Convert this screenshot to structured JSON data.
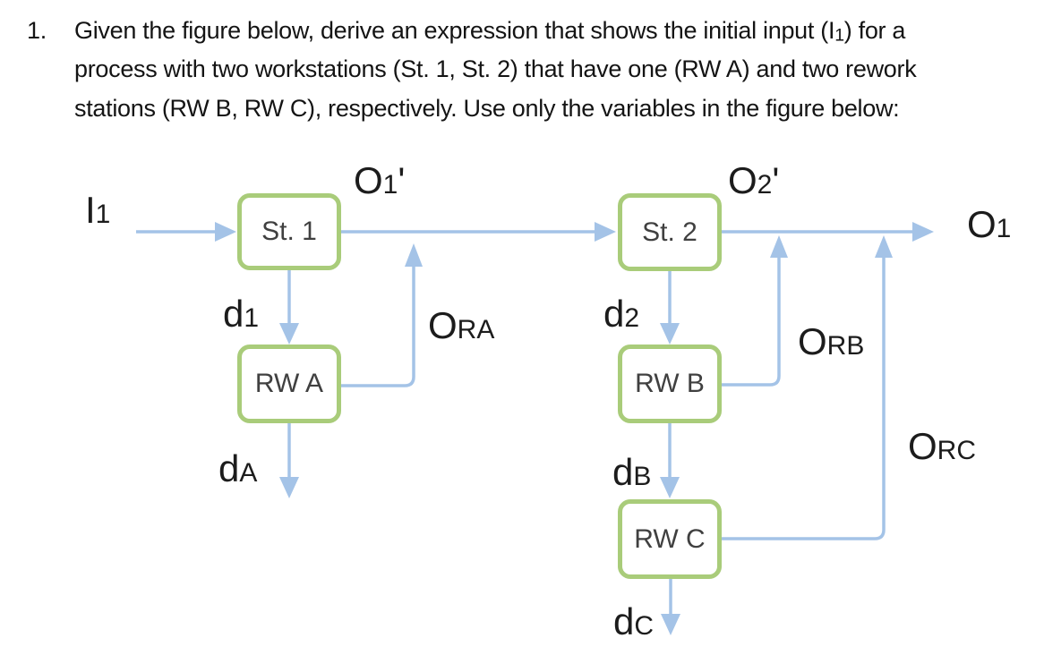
{
  "question": {
    "number": "1.",
    "lines": [
      {
        "pre": "Given the figure below, derive an expression that shows the initial input (I",
        "sub": "1",
        "post": ") for a"
      },
      {
        "pre": "process with two workstations (St. 1, St. 2) that have one (RW A) and two rework",
        "sub": "",
        "post": ""
      },
      {
        "pre": "stations (RW B, RW C), respectively. Use only the variables in the figure below:",
        "sub": "",
        "post": ""
      }
    ]
  },
  "diagram": {
    "boxes": {
      "st1": "St. 1",
      "st2": "St. 2",
      "rwa": "RW A",
      "rwb": "RW B",
      "rwc": "RW C"
    },
    "labels": {
      "i1": {
        "base": "I",
        "sub": "1",
        "post": ""
      },
      "o1p": {
        "base": "O",
        "sub": "1",
        "post": "'"
      },
      "o2p": {
        "base": "O",
        "sub": "2",
        "post": "'"
      },
      "o1": {
        "base": "O",
        "sub": "1",
        "post": ""
      },
      "d1": {
        "base": "d",
        "sub": "1",
        "post": ""
      },
      "d2": {
        "base": "d",
        "sub": "2",
        "post": ""
      },
      "da": {
        "base": "d",
        "sub": "A",
        "post": ""
      },
      "db": {
        "base": "d",
        "sub": "B",
        "post": ""
      },
      "dc": {
        "base": "d",
        "sub": "C",
        "post": ""
      },
      "ora": {
        "base": "O",
        "sub": "RA",
        "post": ""
      },
      "orb": {
        "base": "O",
        "sub": "RB",
        "post": ""
      },
      "orc": {
        "base": "O",
        "sub": "RC",
        "post": ""
      }
    },
    "edges": [
      {
        "from": "input",
        "to": "St. 1",
        "label": "I1"
      },
      {
        "from": "St. 1",
        "to": "St. 2",
        "label": "O1'"
      },
      {
        "from": "St. 2",
        "to": "final output",
        "label": "O1 (line labeled O2')"
      },
      {
        "from": "St. 1",
        "to": "RW A",
        "label": "d1"
      },
      {
        "from": "RW A",
        "to": "O1' line",
        "label": "ORA"
      },
      {
        "from": "RW A",
        "to": "scrap out",
        "label": "dA"
      },
      {
        "from": "St. 2",
        "to": "RW B",
        "label": "d2"
      },
      {
        "from": "RW B",
        "to": "O2' line",
        "label": "ORB"
      },
      {
        "from": "RW B",
        "to": "RW C",
        "label": "dB"
      },
      {
        "from": "RW C",
        "to": "O2' line",
        "label": "ORC"
      },
      {
        "from": "RW C",
        "to": "scrap out",
        "label": "dC"
      }
    ]
  },
  "colors": {
    "arrow": "#a4c3e7",
    "green": "#a9cc7a",
    "box-text": "#404040",
    "label-text": "#1c1c1c",
    "question-text": "#141414",
    "bg": "#ffffff"
  }
}
